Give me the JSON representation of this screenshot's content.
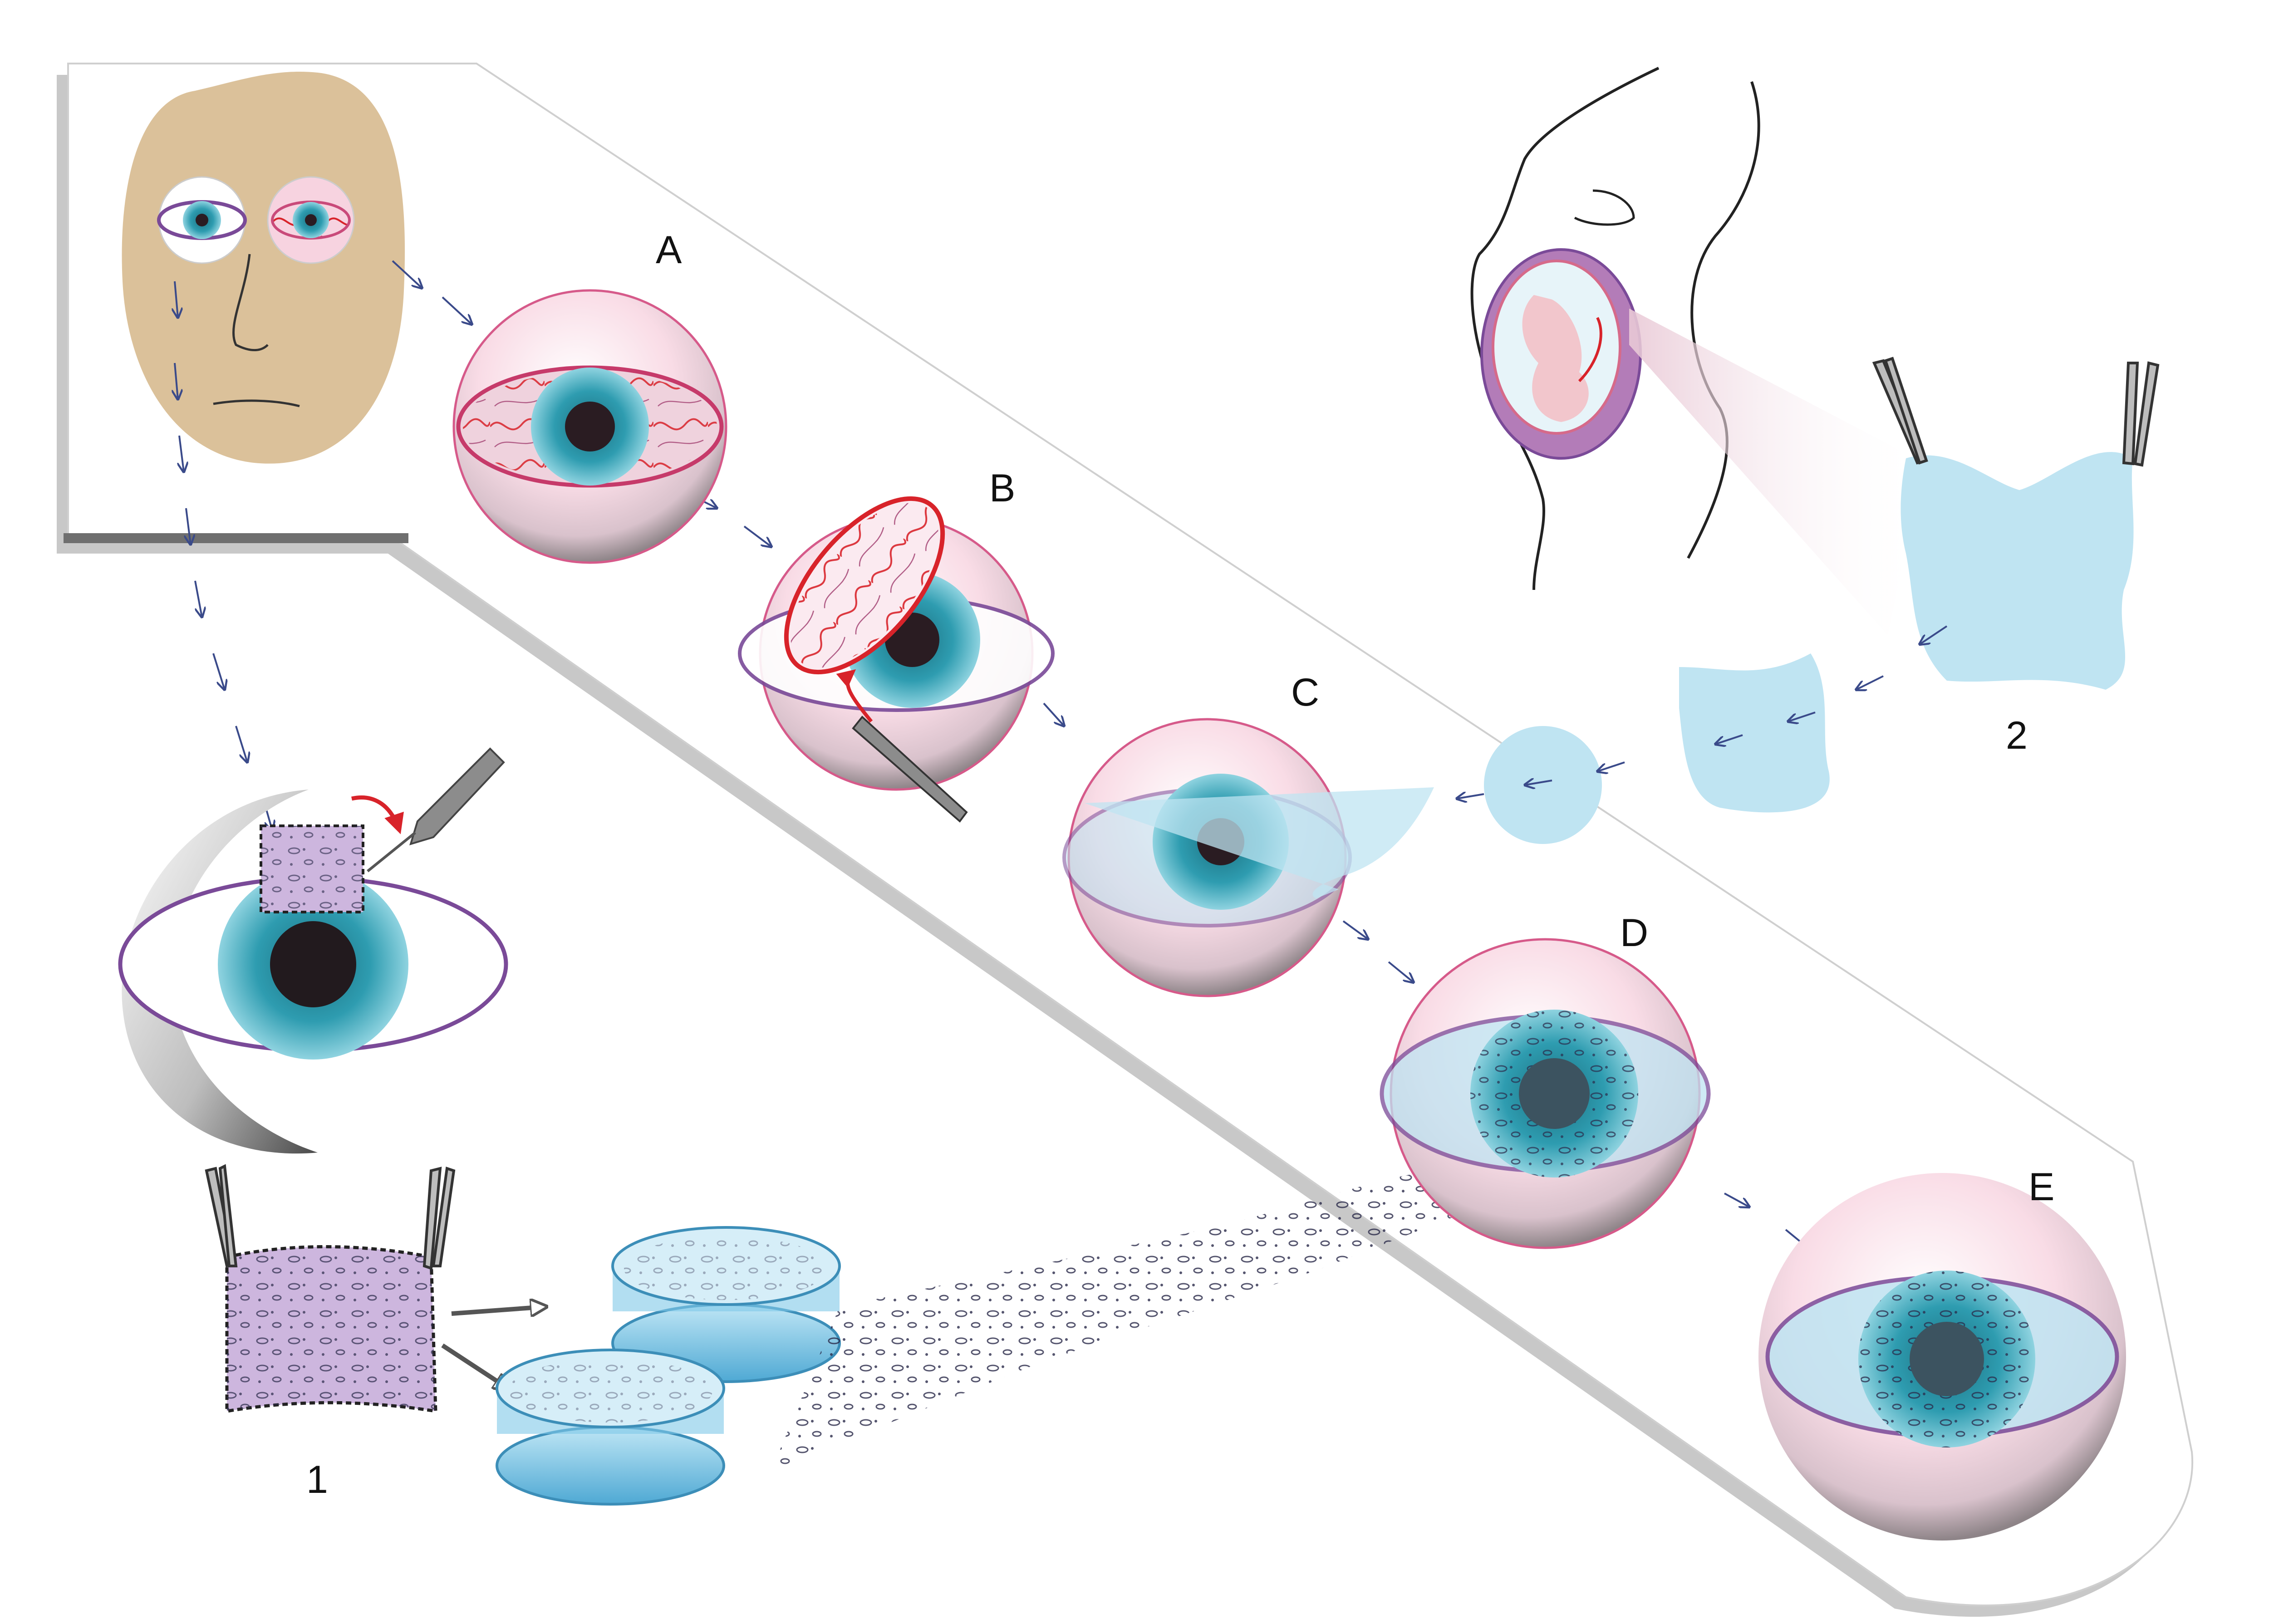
{
  "labels": {
    "a": "A",
    "b": "B",
    "c": "C",
    "d": "D",
    "e": "E",
    "one": "1",
    "two": "2"
  },
  "colors": {
    "skin": "#DBC19A",
    "iris": "#2E9CB0",
    "iris_dark": "#1B6E7E",
    "pupil": "#2A1C22",
    "sclera": "#F7D3E0",
    "eyelid": "#7A4A98",
    "vessel": "#D8232A",
    "amniotic": "#BFE4F2",
    "limbal": "#CDB6DE",
    "dish": "#7FC8E8",
    "arrow": "#3A4A8A"
  },
  "icons": {
    "face": "face-icon",
    "forceps": "forceps-icon",
    "spatula": "spatula-icon",
    "pregnant": "pregnant-woman-icon",
    "dish": "petri-dish-icon"
  }
}
